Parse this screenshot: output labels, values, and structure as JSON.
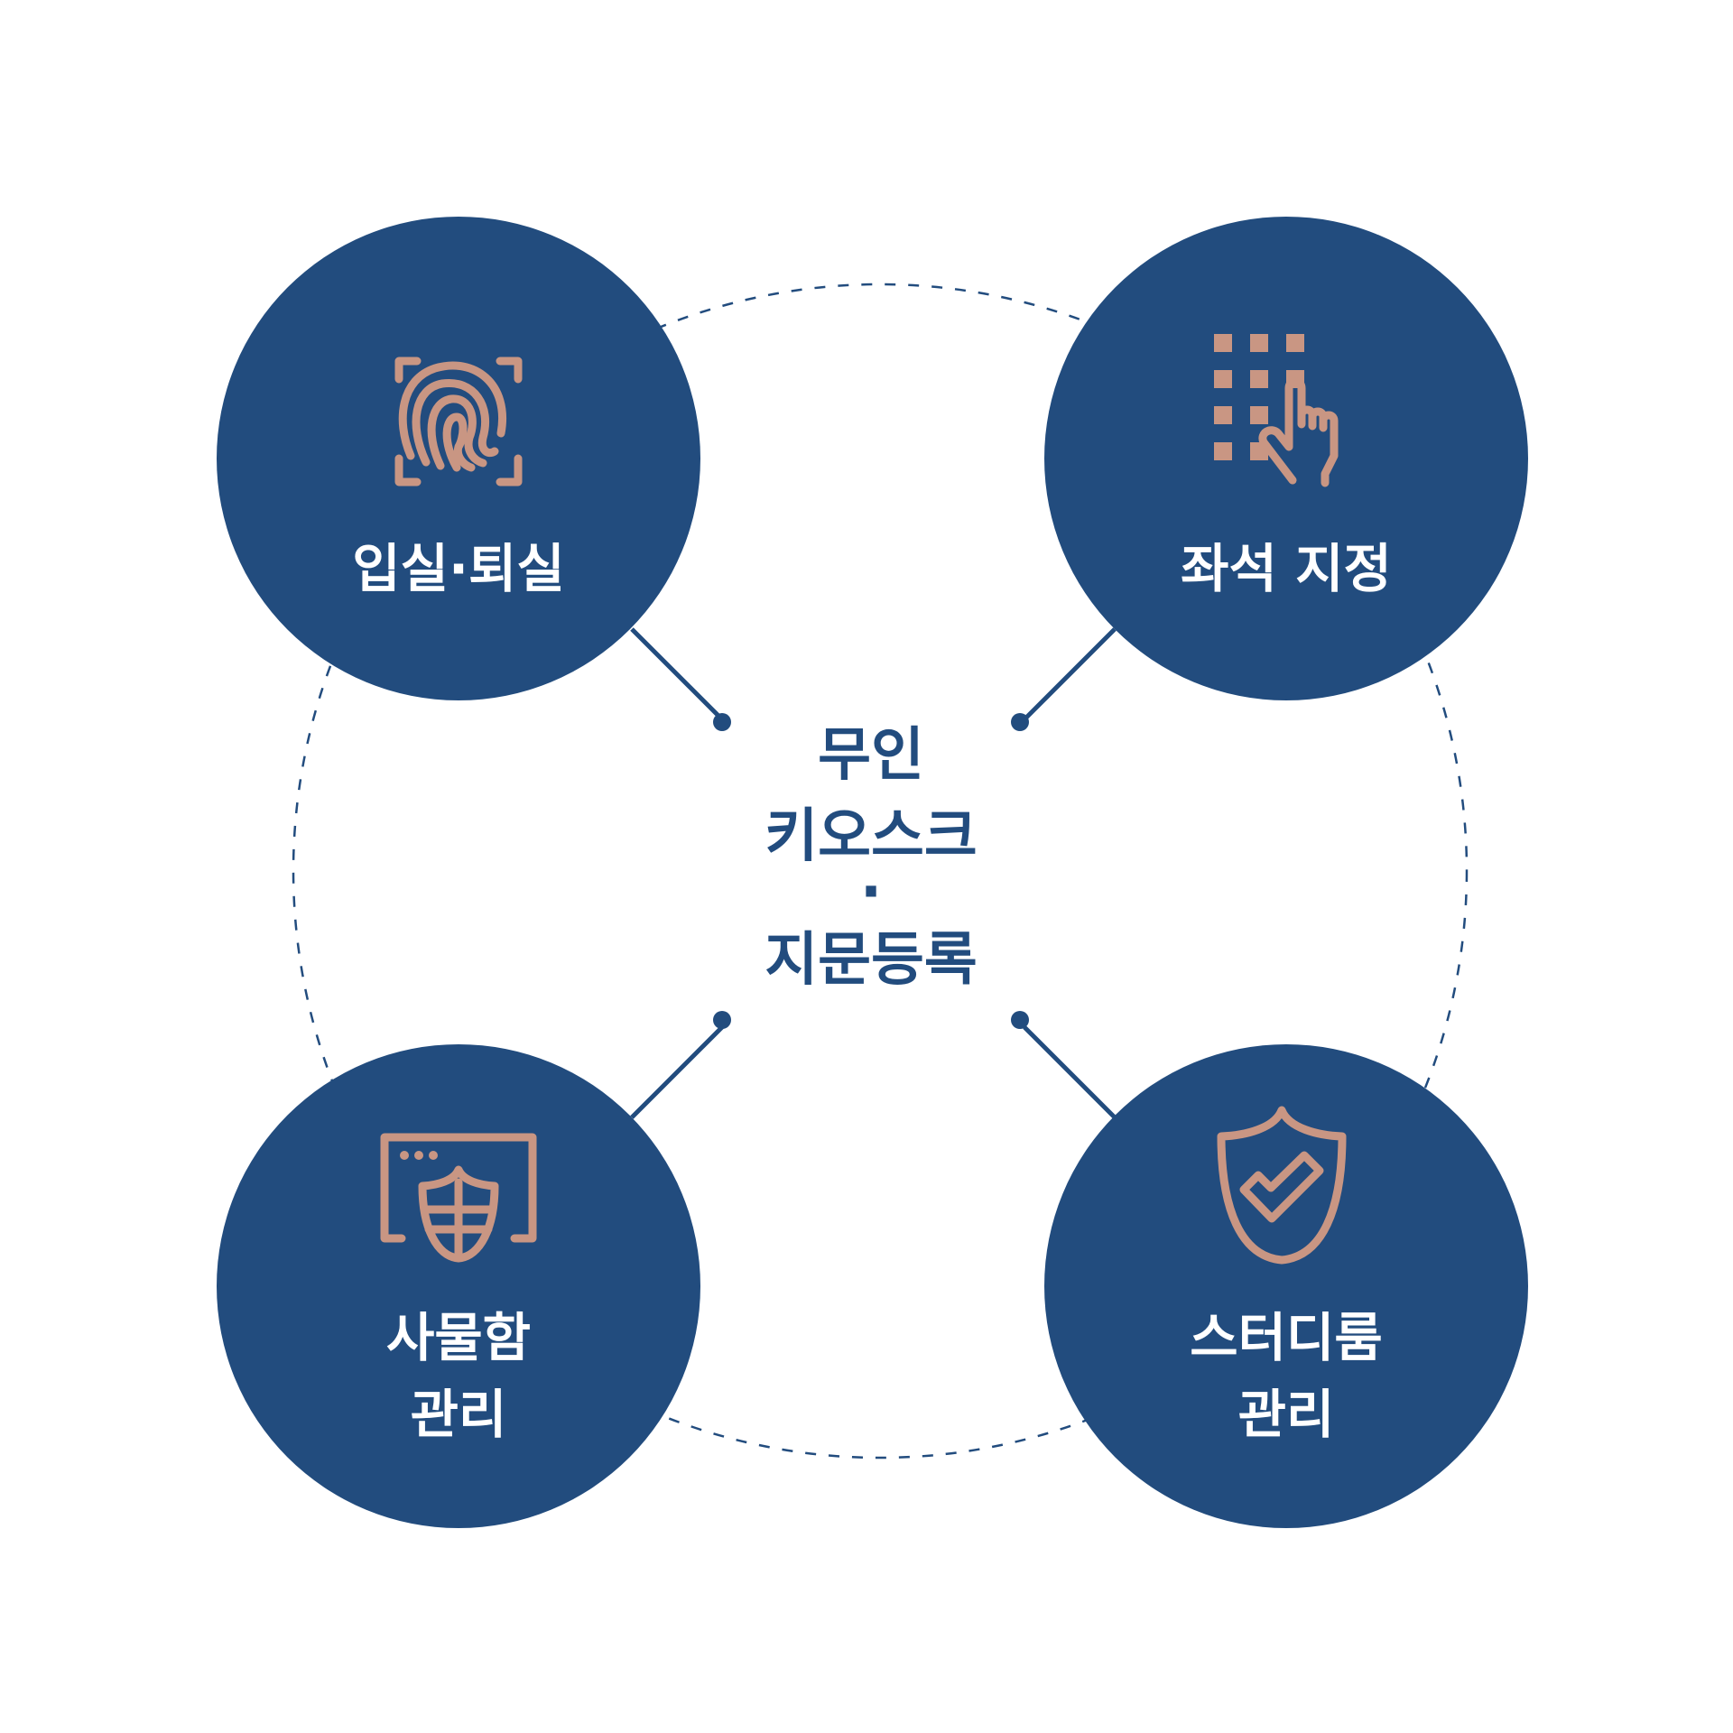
{
  "colors": {
    "node_fill": "#224c7e",
    "icon": "#c99683",
    "label_text": "#ffffff",
    "center_text": "#224c7e",
    "connector": "#224c7e"
  },
  "center": {
    "line1": "무인",
    "line2": "키오스크",
    "separator": "·",
    "line3": "지문등록"
  },
  "nodes": [
    {
      "id": "top-left",
      "icon": "fingerprint-icon",
      "label_lines": [
        "입실·퇴실"
      ]
    },
    {
      "id": "top-right",
      "icon": "seat-selection-icon",
      "label_lines": [
        "좌석 지정"
      ]
    },
    {
      "id": "bottom-left",
      "icon": "locker-shield-icon",
      "label_lines": [
        "사물함",
        "관리"
      ]
    },
    {
      "id": "bottom-right",
      "icon": "shield-check-icon",
      "label_lines": [
        "스터디룸",
        "관리"
      ]
    }
  ]
}
